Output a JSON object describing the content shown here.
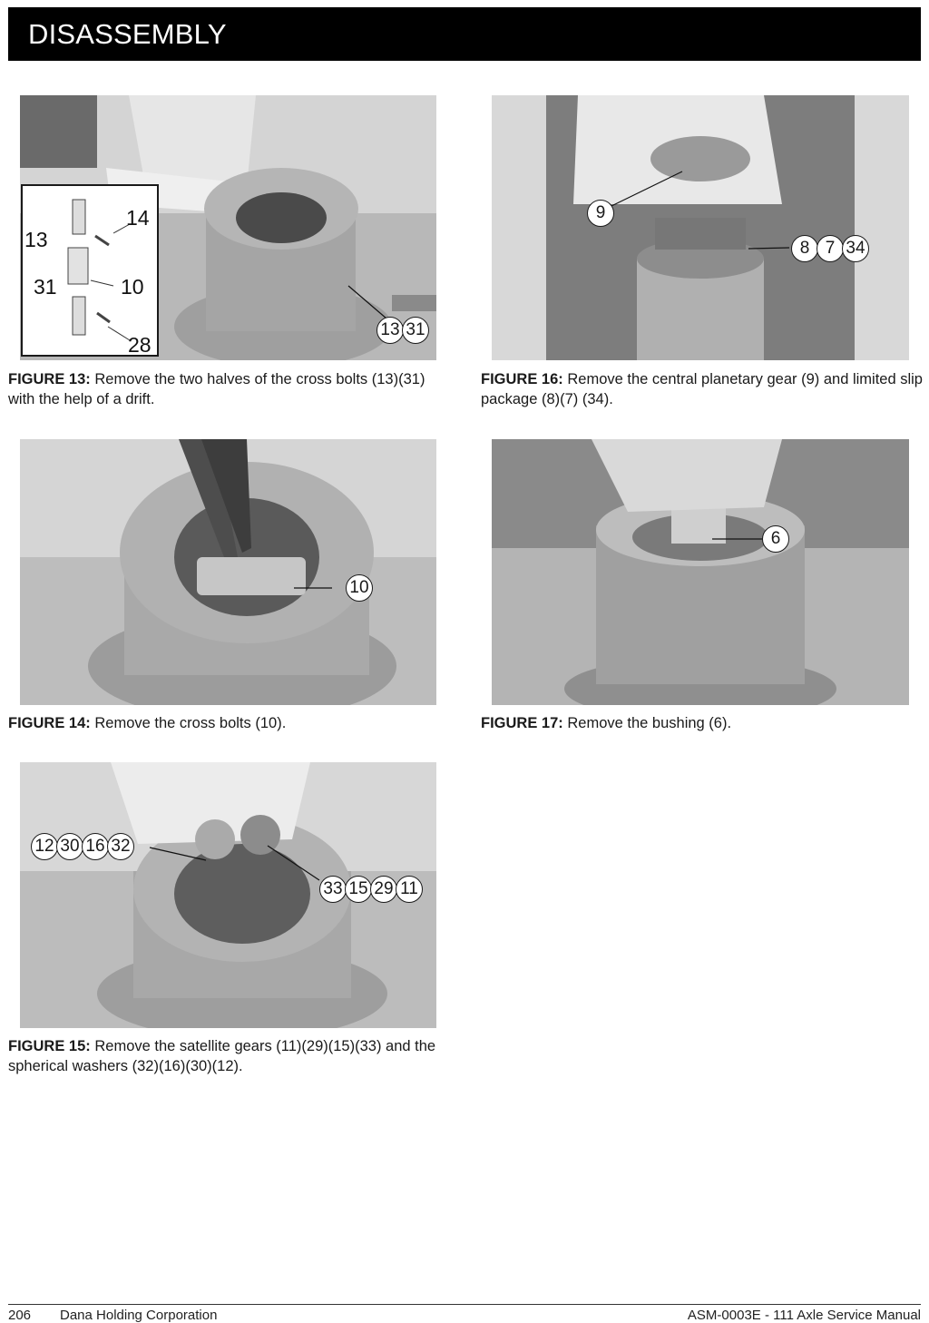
{
  "header": {
    "title": "DISASSEMBLY"
  },
  "figures": {
    "fig13": {
      "label": "FIGURE 13:",
      "text": " Remove the two halves of the cross bolts (13)(31) with the help of a drift.",
      "callouts": [
        "13",
        "31"
      ],
      "inset_numbers": [
        "13",
        "14",
        "31",
        "10",
        "28"
      ]
    },
    "fig16": {
      "label": "FIGURE 16:",
      "text": " Remove the central planetary gear (9) and limited slip package (8)(7) (34).",
      "callout_a": [
        "9"
      ],
      "callout_b": [
        "8",
        "7",
        "34"
      ]
    },
    "fig14": {
      "label": "FIGURE 14:",
      "text": " Remove the cross bolts (10).",
      "callouts": [
        "10"
      ]
    },
    "fig17": {
      "label": "FIGURE 17:",
      "text": " Remove the bushing (6).",
      "callouts": [
        "6"
      ]
    },
    "fig15": {
      "label": "FIGURE 15:",
      "text": " Remove the satellite gears (11)(29)(15)(33) and the spherical washers (32)(16)(30)(12).",
      "callout_a": [
        "12",
        "30",
        "16",
        "32"
      ],
      "callout_b": [
        "33",
        "15",
        "29",
        "11"
      ]
    }
  },
  "footer": {
    "page_number": "206",
    "company": "Dana Holding Corporation",
    "manual": "ASM-0003E - 111 Axle Service Manual"
  }
}
